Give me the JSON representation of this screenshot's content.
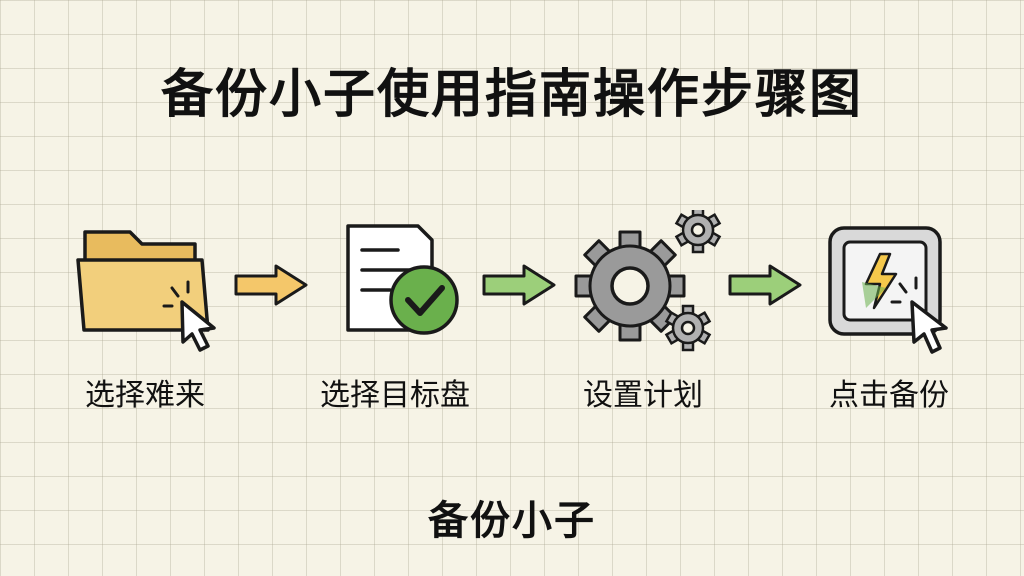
{
  "title": "备份小子使用指南操作步骤图",
  "steps": [
    {
      "label": "选择难来",
      "icon": "folder-click-icon"
    },
    {
      "label": "选择目标盘",
      "icon": "document-check-icon"
    },
    {
      "label": "设置计划",
      "icon": "gears-icon"
    },
    {
      "label": "点击备份",
      "icon": "lightning-button-click-icon"
    }
  ],
  "footer": "备份小子",
  "colors": {
    "background": "#f6f3e6",
    "folder": "#f2cf7c",
    "check": "#6ab04c",
    "gear": "#9a9a9a",
    "arrow_orange": "#f4c76a",
    "arrow_green": "#9ccf7a",
    "bolt": "#f5c84b"
  }
}
